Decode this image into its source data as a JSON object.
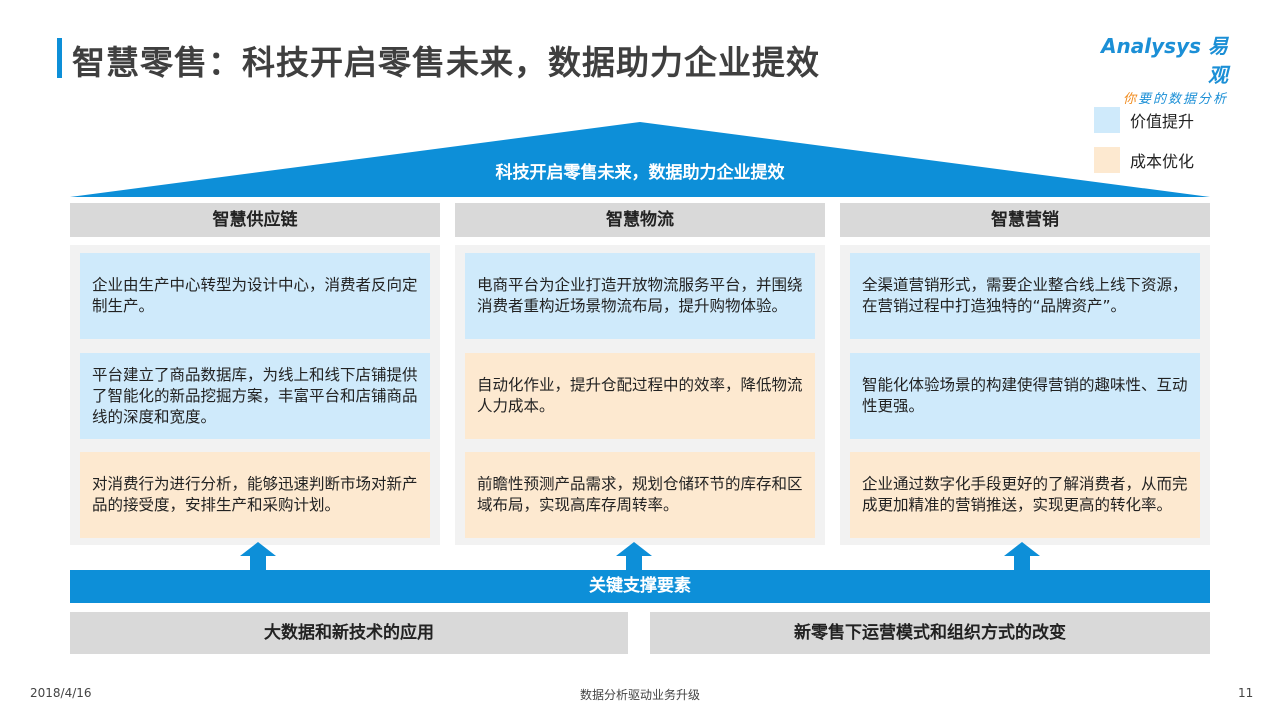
{
  "title": "智慧零售：科技开启零售未来，数据助力企业提效",
  "logo": {
    "brand": "Analysys 易观",
    "slogan_first": "你",
    "slogan_rest": "要的数据分析"
  },
  "legend": [
    {
      "label": "价值提升",
      "color": "#cfeafb"
    },
    {
      "label": "成本优化",
      "color": "#fde9d0"
    }
  ],
  "roof": {
    "label": "科技开启零售未来，数据助力企业提效",
    "color": "#0d8fd8"
  },
  "columns": [
    {
      "title": "智慧供应链",
      "cards": [
        {
          "text": "企业由生产中心转型为设计中心，消费者反向定制生产。",
          "type": "blue"
        },
        {
          "text": "平台建立了商品数据库，为线上和线下店铺提供了智能化的新品挖掘方案，丰富平台和店铺商品线的深度和宽度。",
          "type": "blue"
        },
        {
          "text": "对消费行为进行分析，能够迅速判断市场对新产品的接受度，安排生产和采购计划。",
          "type": "orange"
        }
      ]
    },
    {
      "title": "智慧物流",
      "cards": [
        {
          "text": "电商平台为企业打造开放物流服务平台，并围绕消费者重构近场景物流布局，提升购物体验。",
          "type": "blue"
        },
        {
          "text": "自动化作业，提升仓配过程中的效率，降低物流人力成本。",
          "type": "orange"
        },
        {
          "text": "前瞻性预测产品需求，规划仓储环节的库存和区域布局，实现高库存周转率。",
          "type": "orange"
        }
      ]
    },
    {
      "title": "智慧营销",
      "cards": [
        {
          "text": "全渠道营销形式，需要企业整合线上线下资源，在营销过程中打造独特的“品牌资产”。",
          "type": "blue"
        },
        {
          "text": "智能化体验场景的构建使得营销的趣味性、互动性更强。",
          "type": "blue"
        },
        {
          "text": "企业通过数字化手段更好的了解消费者，从而完成更加精准的营销推送，实现更高的转化率。",
          "type": "orange"
        }
      ]
    }
  ],
  "support": {
    "label": "关键支撑要素",
    "items": [
      "大数据和新技术的应用",
      "新零售下运营模式和组织方式的改变"
    ]
  },
  "footer": {
    "date": "2018/4/16",
    "center": "数据分析驱动业务升级",
    "page": "11"
  }
}
